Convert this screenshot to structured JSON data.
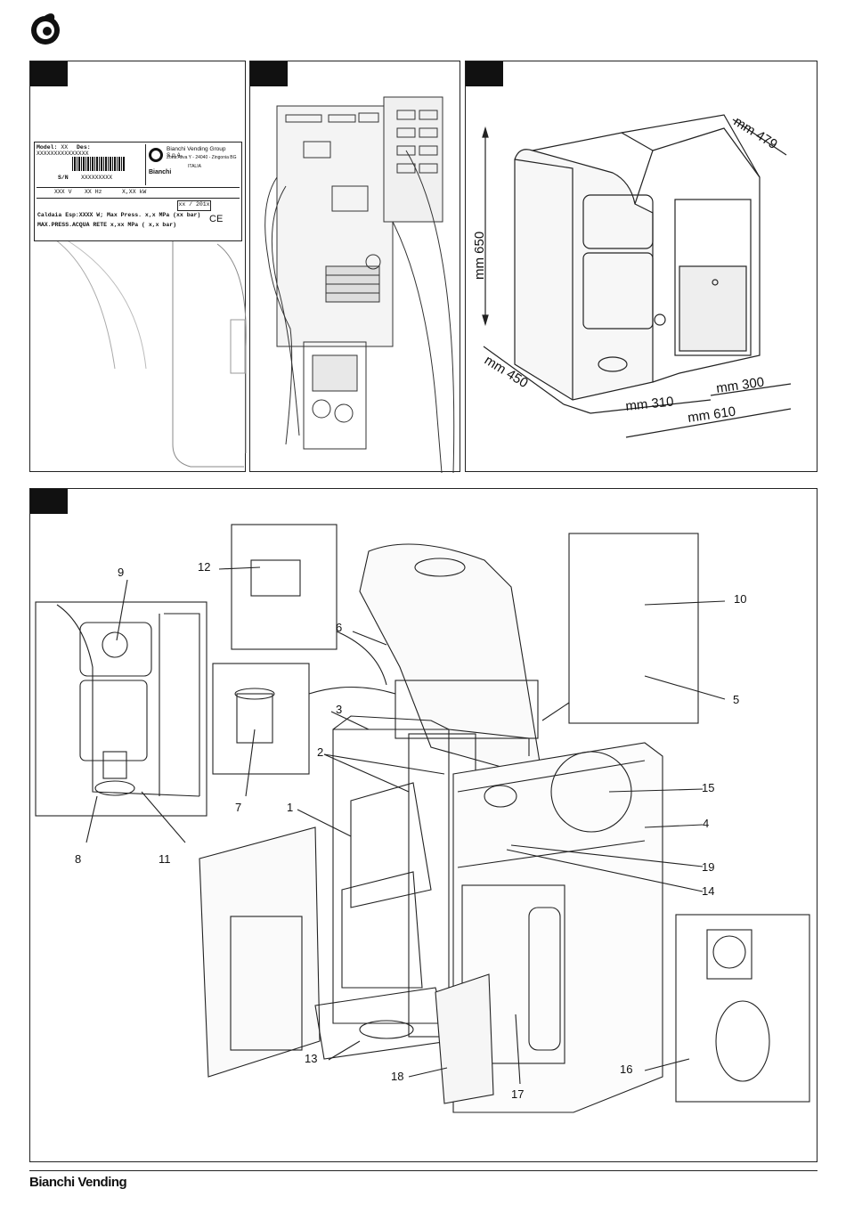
{
  "header": {
    "logo_icon": "bianchi-swirl-logo-icon"
  },
  "plate": {
    "model_label": "Model:",
    "model_value": "XX",
    "des_label": "Des:",
    "des_value": "XXXXXXXXXXXXXXX",
    "company_name": "Bianchi Vending Group S.p.A.",
    "company_address": "Zona Aliva Y - 24040 - Zingonia BG",
    "company_country": "ITALIA",
    "company_logo": "Bianchi",
    "sn_label": "S/N",
    "sn_value": "XXXXXXXXX",
    "voltage": "XXX V",
    "frequency": "XX Hz",
    "power": "X,XX kW",
    "date": "xx / 201x",
    "boiler_line": "Caldaia Esp:XXXX W; Max Press. x,x MPa (xx bar)",
    "water_line": "MAX.PRESS.ACQUA RETE x,xx MPa ( x,x bar)",
    "ce_mark": "CE"
  },
  "dimensions": {
    "height": "mm 650",
    "depth_top": "mm 479",
    "depth": "mm 450",
    "width_left": "mm 310",
    "width_right": "mm 300",
    "width_total": "mm 610"
  },
  "callouts": {
    "c1": "1",
    "c2": "2",
    "c3": "3",
    "c4": "4",
    "c5": "5",
    "c6": "6",
    "c7": "7",
    "c8": "8",
    "c9": "9",
    "c10": "10",
    "c11": "11",
    "c12": "12",
    "c13": "13",
    "c14": "14",
    "c15": "15",
    "c16": "16",
    "c17": "17",
    "c18": "18",
    "c19": "19"
  },
  "footer": {
    "brand": "Bianchi Vending"
  }
}
